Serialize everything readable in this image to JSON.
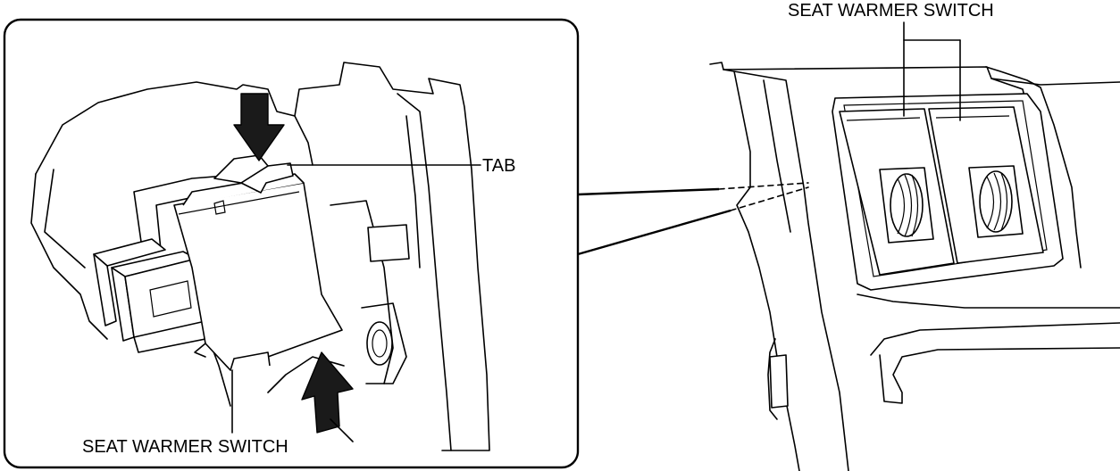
{
  "labels": {
    "tab": "TAB",
    "switch_detail": "SEAT WARMER SWITCH",
    "switch_overview": "SEAT WARMER SWITCH"
  },
  "colors": {
    "line": "#000000",
    "arrow_fill": "#1a1a1a",
    "background": "#ffffff"
  }
}
